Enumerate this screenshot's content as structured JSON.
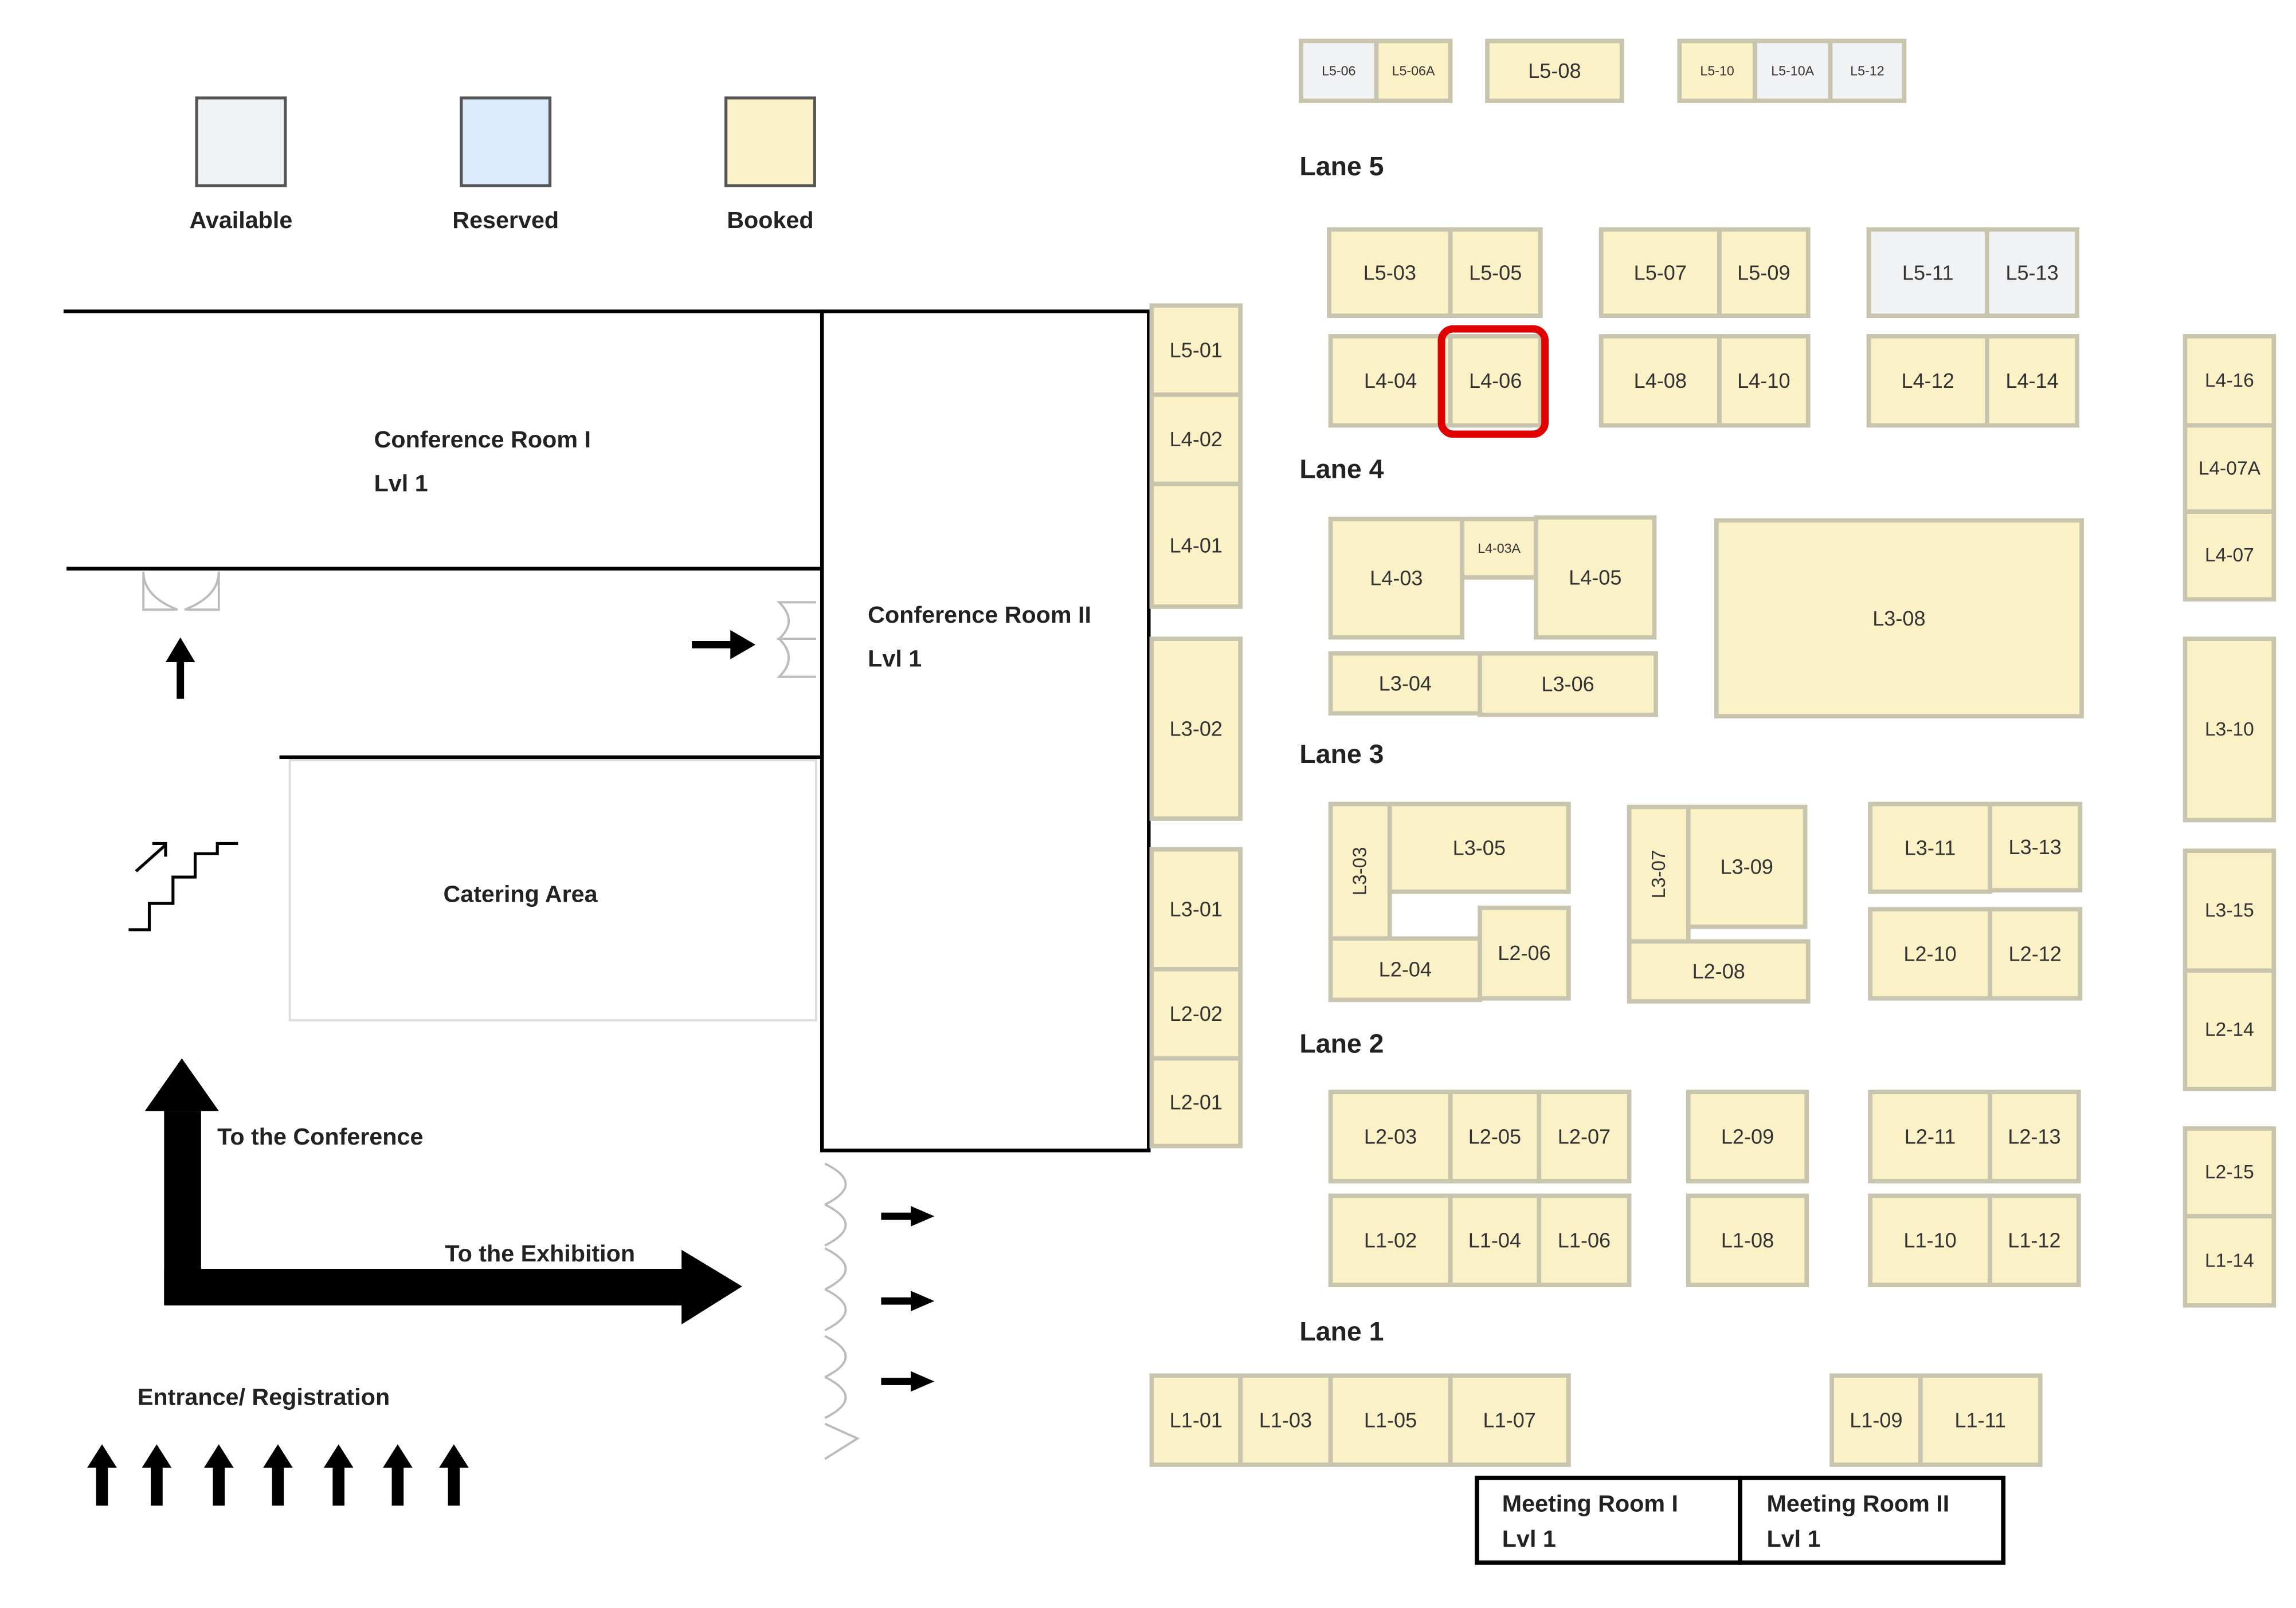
{
  "legend": [
    {
      "label": "Available",
      "status": "available"
    },
    {
      "label": "Reserved",
      "status": "reserved"
    },
    {
      "label": "Booked",
      "status": "booked"
    }
  ],
  "status_colors": {
    "available": "#F1F2F4",
    "reserved": "#DCEBFC",
    "booked": "#FBF1C7"
  },
  "highlight_color": "#E00000",
  "highlighted_booth": "L4-06",
  "rooms": {
    "conf1_name": "Conference Room I",
    "conf1_lvl": "Lvl 1",
    "conf2_name": "Conference Room II",
    "conf2_lvl": "Lvl 1",
    "catering": "Catering Area",
    "meet1_name": "Meeting Room I",
    "meet1_lvl": "Lvl 1",
    "meet2_name": "Meeting Room II",
    "meet2_lvl": "Lvl 1"
  },
  "directions": {
    "to_conference": "To the Conference",
    "to_exhibition": "To the Exhibition",
    "entrance": "Entrance/ Registration"
  },
  "lanes": [
    "Lane 5",
    "Lane 4",
    "Lane 3",
    "Lane 2",
    "Lane 1"
  ],
  "booths": [
    {
      "id": "L5-06",
      "status": "available"
    },
    {
      "id": "L5-06A",
      "status": "booked"
    },
    {
      "id": "L5-08",
      "status": "booked"
    },
    {
      "id": "L5-10",
      "status": "booked"
    },
    {
      "id": "L5-10A",
      "status": "available"
    },
    {
      "id": "L5-12",
      "status": "available"
    },
    {
      "id": "L5-03",
      "status": "booked"
    },
    {
      "id": "L5-05",
      "status": "booked"
    },
    {
      "id": "L5-07",
      "status": "booked"
    },
    {
      "id": "L5-09",
      "status": "booked"
    },
    {
      "id": "L5-11",
      "status": "available"
    },
    {
      "id": "L5-13",
      "status": "available"
    },
    {
      "id": "L4-04",
      "status": "booked"
    },
    {
      "id": "L4-06",
      "status": "booked"
    },
    {
      "id": "L4-08",
      "status": "booked"
    },
    {
      "id": "L4-10",
      "status": "booked"
    },
    {
      "id": "L4-12",
      "status": "booked"
    },
    {
      "id": "L4-14",
      "status": "booked"
    },
    {
      "id": "L4-16",
      "status": "booked"
    },
    {
      "id": "L4-07A",
      "status": "booked"
    },
    {
      "id": "L4-07",
      "status": "booked"
    },
    {
      "id": "L5-01",
      "status": "booked"
    },
    {
      "id": "L4-02",
      "status": "booked"
    },
    {
      "id": "L4-01",
      "status": "booked"
    },
    {
      "id": "L3-02",
      "status": "booked"
    },
    {
      "id": "L3-01",
      "status": "booked"
    },
    {
      "id": "L2-02",
      "status": "booked"
    },
    {
      "id": "L2-01",
      "status": "booked"
    },
    {
      "id": "L4-03",
      "status": "booked"
    },
    {
      "id": "L4-03A",
      "status": "booked"
    },
    {
      "id": "L4-05",
      "status": "booked"
    },
    {
      "id": "L3-04",
      "status": "booked"
    },
    {
      "id": "L3-06",
      "status": "booked"
    },
    {
      "id": "L3-08",
      "status": "booked"
    },
    {
      "id": "L3-10",
      "status": "booked"
    },
    {
      "id": "L3-15",
      "status": "booked"
    },
    {
      "id": "L2-14",
      "status": "booked"
    },
    {
      "id": "L2-15",
      "status": "booked"
    },
    {
      "id": "L1-14",
      "status": "booked"
    },
    {
      "id": "L3-03",
      "status": "booked"
    },
    {
      "id": "L3-05",
      "status": "booked"
    },
    {
      "id": "L2-04",
      "status": "booked"
    },
    {
      "id": "L2-06",
      "status": "booked"
    },
    {
      "id": "L3-07",
      "status": "booked"
    },
    {
      "id": "L3-09",
      "status": "booked"
    },
    {
      "id": "L2-08",
      "status": "booked"
    },
    {
      "id": "L3-11",
      "status": "booked"
    },
    {
      "id": "L3-13",
      "status": "booked"
    },
    {
      "id": "L2-10",
      "status": "booked"
    },
    {
      "id": "L2-12",
      "status": "booked"
    },
    {
      "id": "L2-03",
      "status": "booked"
    },
    {
      "id": "L2-05",
      "status": "booked"
    },
    {
      "id": "L2-07",
      "status": "booked"
    },
    {
      "id": "L2-09",
      "status": "booked"
    },
    {
      "id": "L2-11",
      "status": "booked"
    },
    {
      "id": "L2-13",
      "status": "booked"
    },
    {
      "id": "L1-02",
      "status": "booked"
    },
    {
      "id": "L1-04",
      "status": "booked"
    },
    {
      "id": "L1-06",
      "status": "booked"
    },
    {
      "id": "L1-08",
      "status": "booked"
    },
    {
      "id": "L1-10",
      "status": "booked"
    },
    {
      "id": "L1-12",
      "status": "booked"
    },
    {
      "id": "L1-01",
      "status": "booked"
    },
    {
      "id": "L1-03",
      "status": "booked"
    },
    {
      "id": "L1-05",
      "status": "booked"
    },
    {
      "id": "L1-07",
      "status": "booked"
    },
    {
      "id": "L1-09",
      "status": "booked"
    },
    {
      "id": "L1-11",
      "status": "booked"
    }
  ]
}
